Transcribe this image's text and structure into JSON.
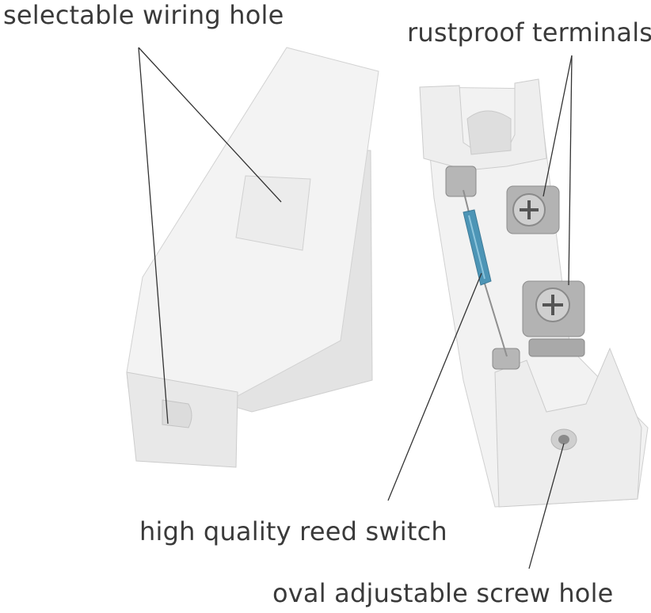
{
  "labels": {
    "wiring_hole": "selectable wiring hole",
    "rustproof": "rustproof terminals",
    "reed_switch": "high quality reed switch",
    "oval_hole": "oval adjustable screw hole"
  },
  "colors": {
    "plastic": "#f1f1f1",
    "plastic_shadow": "#d9d9d9",
    "metal": "#b9b9b9",
    "reed_glass": "#3c8cb0",
    "leader_line": "#333333",
    "text": "#3a3a3a"
  }
}
